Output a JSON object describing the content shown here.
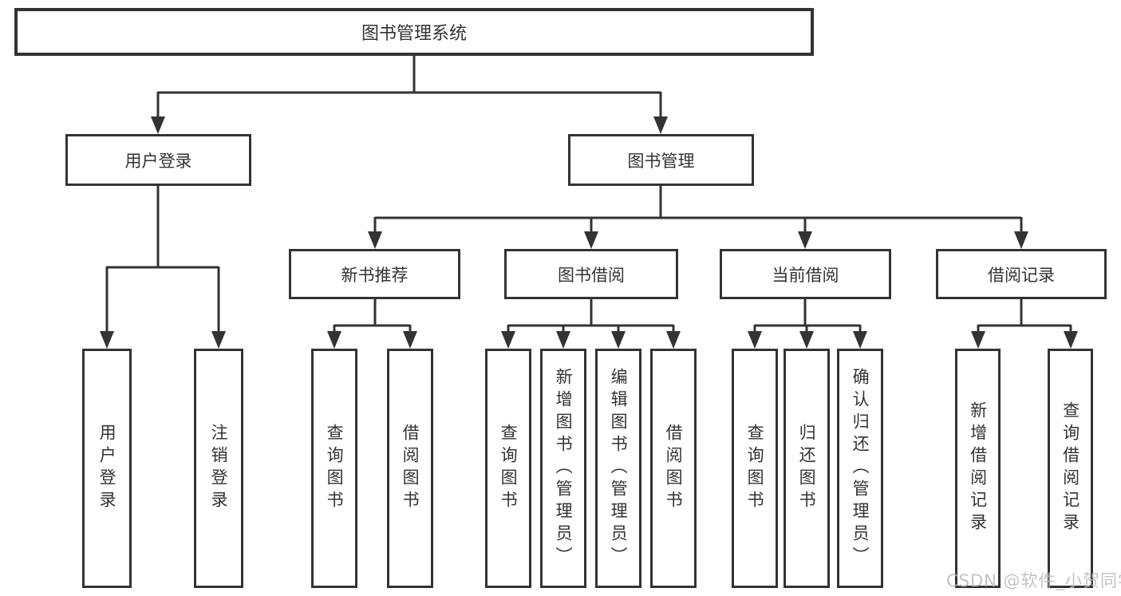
{
  "tree": {
    "label": "图书管理系统",
    "children": [
      {
        "label": "用户登录",
        "children": [
          {
            "label": "用户登录"
          },
          {
            "label": "注销登录"
          }
        ]
      },
      {
        "label": "图书管理",
        "children": [
          {
            "label": "新书推荐",
            "children": [
              {
                "label": "查询图书"
              },
              {
                "label": "借阅图书"
              }
            ]
          },
          {
            "label": "图书借阅",
            "children": [
              {
                "label": "查询图书"
              },
              {
                "label": "新增图书（管理员）"
              },
              {
                "label": "编辑图书（管理员）"
              },
              {
                "label": "借阅图书"
              }
            ]
          },
          {
            "label": "当前借阅",
            "children": [
              {
                "label": "查询图书"
              },
              {
                "label": "归还图书"
              },
              {
                "label": "确认归还（管理员）"
              }
            ]
          },
          {
            "label": "借阅记录",
            "children": [
              {
                "label": "新增借阅记录"
              },
              {
                "label": "查询借阅记录"
              }
            ]
          }
        ]
      }
    ]
  },
  "watermark": {
    "text": "CSDN @软件_小贺同学"
  },
  "colors": {
    "line": "#333333",
    "text": "#333333",
    "box_background": "#ffffff",
    "watermark": "#bdbdbd"
  }
}
